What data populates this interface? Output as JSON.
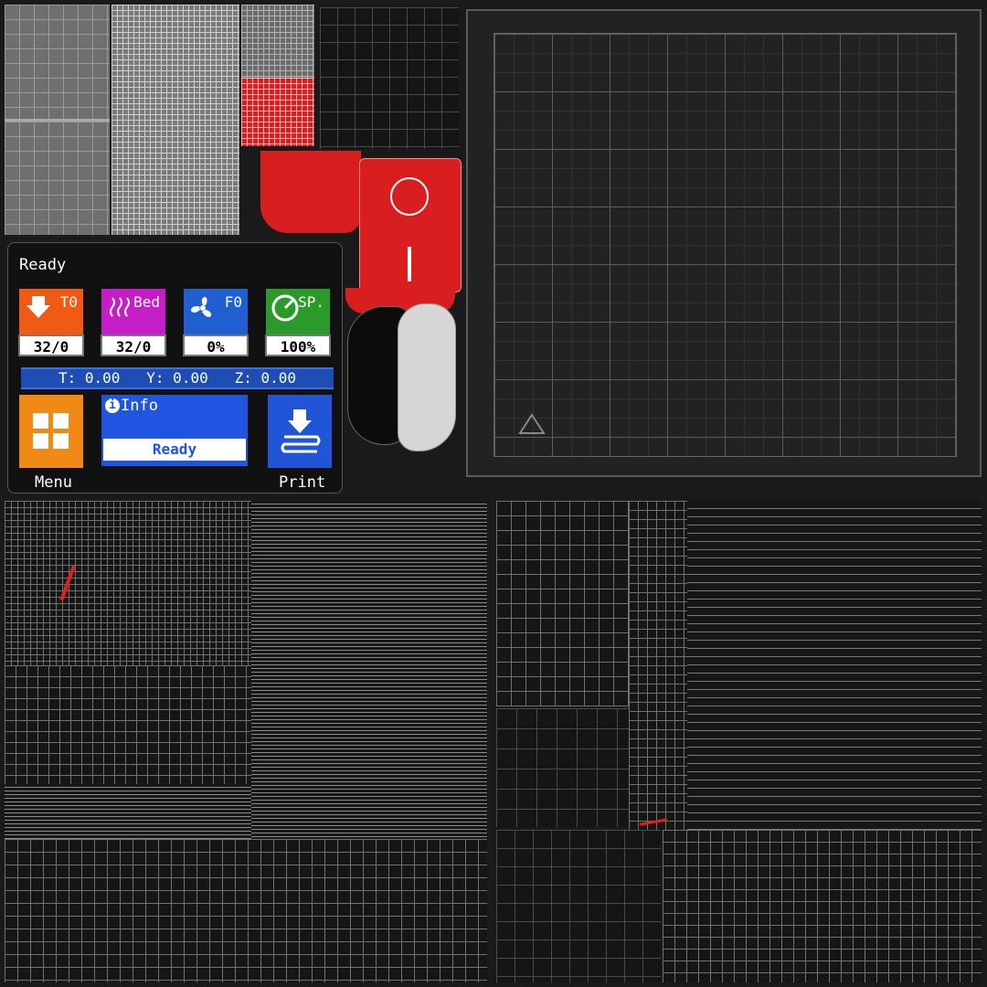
{
  "lcd": {
    "status_title": "Ready",
    "tiles": [
      {
        "label": "T0",
        "value": "32/0",
        "color": "#f05a14",
        "icon": "nozzle-arrow-icon"
      },
      {
        "label": "Bed",
        "value": "32/0",
        "color": "#c41ec8",
        "icon": "heat-waves-icon"
      },
      {
        "label": "F0",
        "value": "0%",
        "color": "#1f5fd1",
        "icon": "fan-icon"
      },
      {
        "label": "SP.",
        "value": "100%",
        "color": "#2a9a2a",
        "icon": "speed-gauge-icon"
      }
    ],
    "coords": "T: 0.00   Y: 0.00   Z: 0.00",
    "menu_label": "Menu",
    "info_label": "Info",
    "info_status": "Ready",
    "print_label": "Print",
    "colors": {
      "menu": "#f08a14",
      "info": "#1f55e0",
      "print": "#1f55d6"
    }
  },
  "switch": {
    "off_symbol": "○",
    "on_symbol": "I",
    "color": "#d81e1e"
  }
}
